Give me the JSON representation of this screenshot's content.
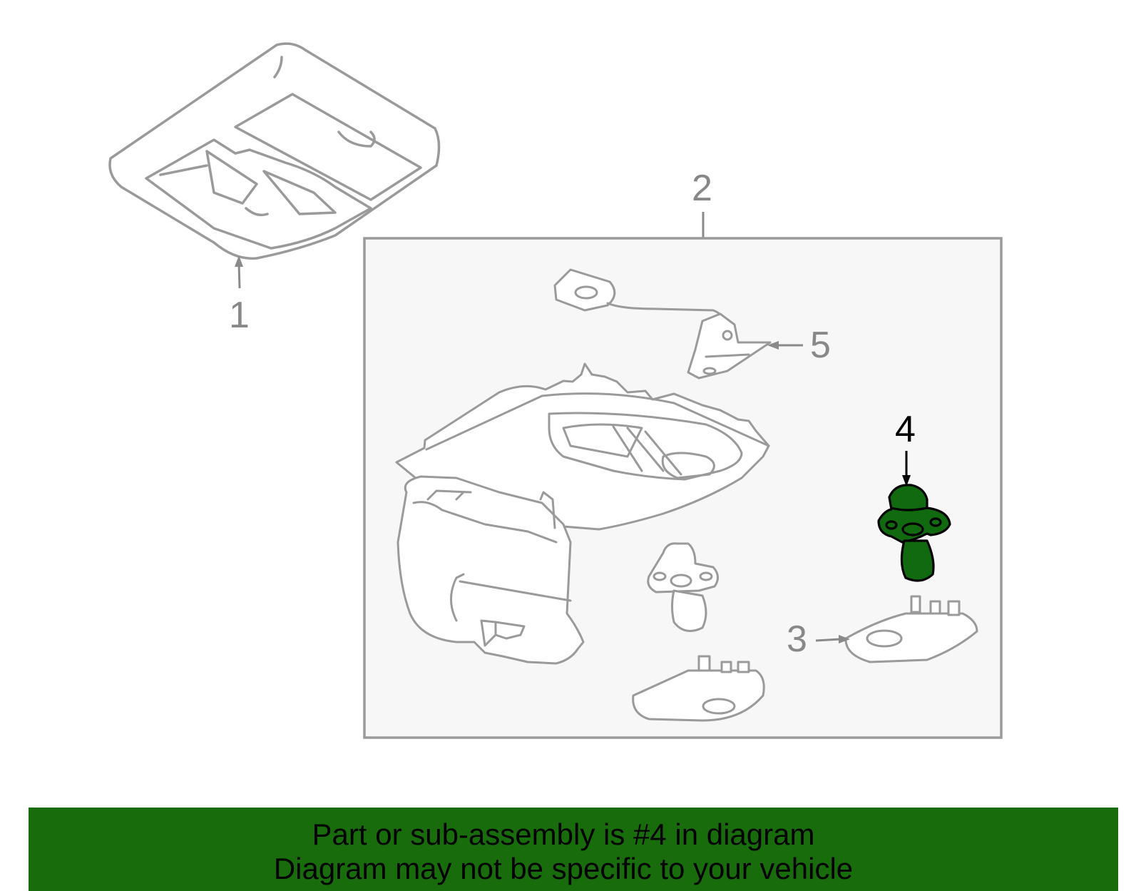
{
  "callouts": {
    "c1": "1",
    "c2": "2",
    "c3": "3",
    "c4": "4",
    "c5": "5"
  },
  "highlighted_part": "4",
  "colors": {
    "outline": "#9a9a9a",
    "box_fill": "#f7f7f7",
    "highlight_fill": "#116a0f",
    "banner_bg": "#186c0c"
  },
  "banner": {
    "line1": "Part or sub-assembly is #4 in diagram",
    "line2": "Diagram may not be specific to your vehicle"
  }
}
